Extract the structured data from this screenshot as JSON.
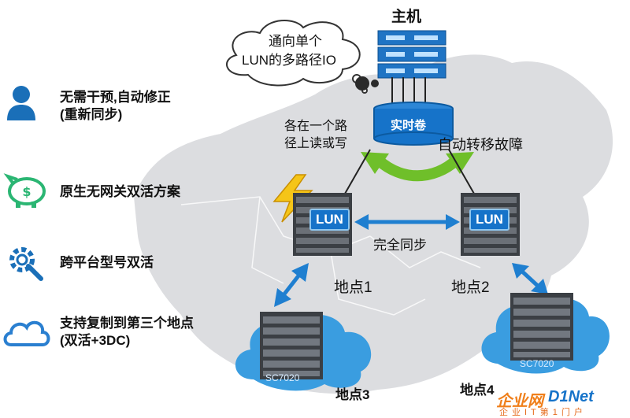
{
  "features": [
    {
      "icon": "person-icon",
      "lines": [
        "无需干预,自动修正",
        "(重新同步)"
      ]
    },
    {
      "icon": "piggy-bank-icon",
      "lines": [
        "原生无网关双活方案"
      ]
    },
    {
      "icon": "gear-wrench-icon",
      "lines": [
        "跨平台型号双活"
      ]
    },
    {
      "icon": "cloud-icon",
      "lines": [
        "支持复制到第三个地点",
        "(双活+3DC)"
      ]
    }
  ],
  "host_label": "主机",
  "bubble_lines": [
    "通向单个",
    "LUN的多路径IO"
  ],
  "rw_note": [
    "各在一个路",
    "径上读或写"
  ],
  "volume_label": "实时卷",
  "failover_label": "自动转移故障",
  "lun_label": "LUN",
  "sync_label": "完全同步",
  "sites": {
    "site1": "地点1",
    "site2": "地点2",
    "site3": "地点3",
    "site4": "地点4"
  },
  "model_label": "SC7020",
  "logo": {
    "brand": "企业网",
    "brand2": "D1Net",
    "tagline": "企业IT第1门户"
  },
  "colors": {
    "accent": "#1673c9",
    "map": "#dcdde0",
    "arrow_green": "#6fbf2a",
    "cloud": "#3a9de0"
  }
}
